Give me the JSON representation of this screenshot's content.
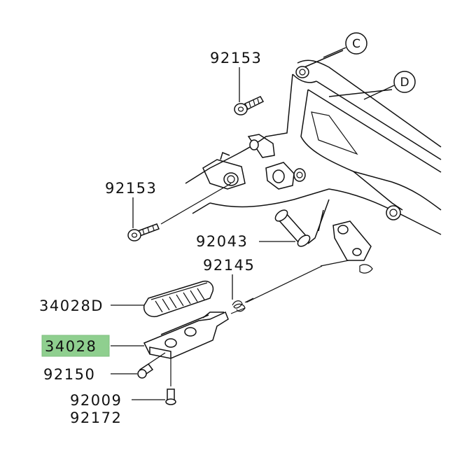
{
  "parts": {
    "p_92153_top": "92153",
    "p_92153_mid": "92153",
    "p_92043": "92043",
    "p_92145": "92145",
    "p_34028D": "34028D",
    "p_34028": "34028",
    "p_92150": "92150",
    "p_92009": "92009",
    "p_92172": "92172"
  },
  "callouts": {
    "c": "C",
    "d": "D"
  },
  "colors": {
    "highlight": "#8fcf8f",
    "line": "#111111"
  }
}
